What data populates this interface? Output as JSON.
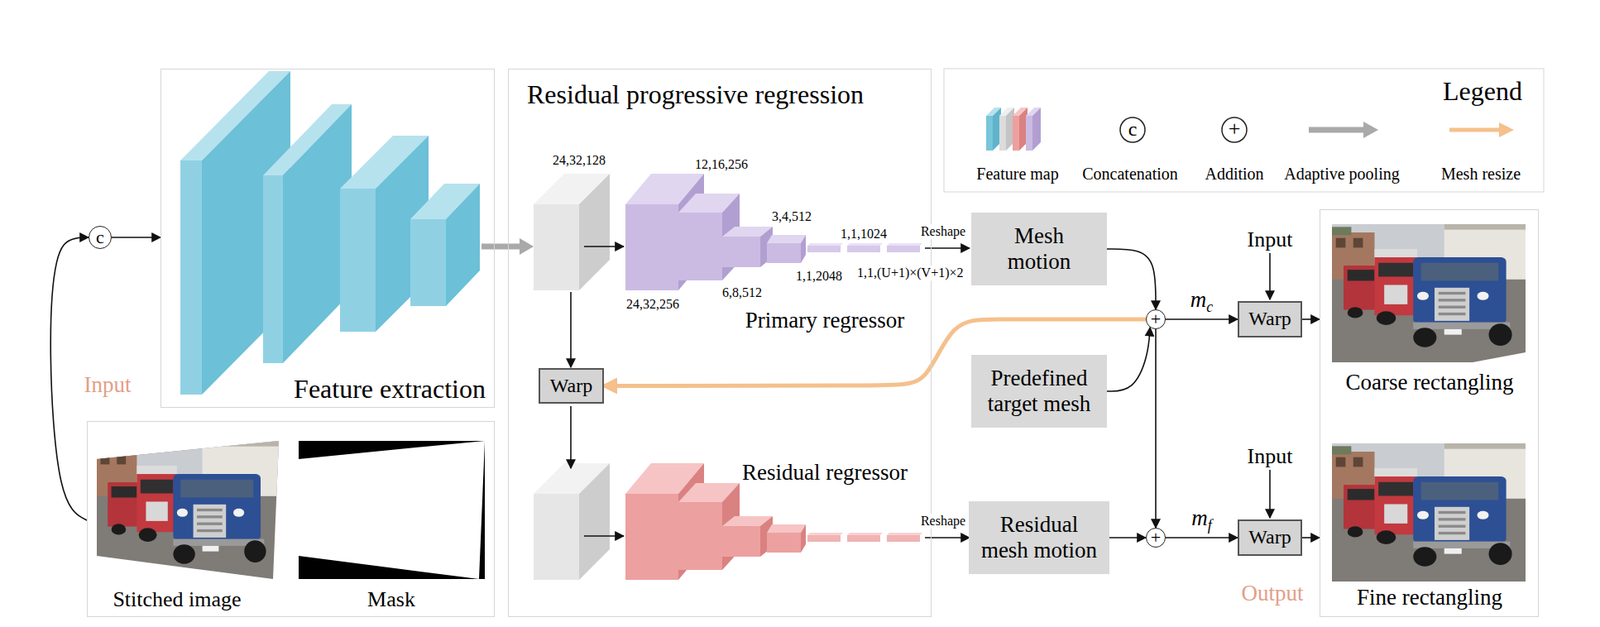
{
  "diagram": {
    "nodes": [
      {
        "text": [
          "Stitched image",
          "Mask"
        ]
      },
      {
        "text": [
          "c"
        ]
      },
      {
        "text": [
          "Feature extraction"
        ]
      },
      {
        "text": [
          "Residual progressive regression"
        ]
      },
      {
        "text": [
          "Warp"
        ],
        "in": 3
      },
      {
        "text": [
          "Mesh motion"
        ]
      },
      {
        "text": [
          "Predefined target mesh"
        ]
      },
      {
        "text": [
          "Residual mesh motion"
        ]
      },
      {
        "text": [
          "+"
        ]
      },
      {
        "text": [
          "+"
        ]
      },
      {
        "text": [
          "Warp"
        ]
      },
      {
        "text": [
          "Warp"
        ]
      },
      {
        "text": [
          "Coarse rectangling",
          "Fine rectangling"
        ]
      }
    ],
    "edges": [
      {
        "from": 0,
        "to": 1,
        "arrow": "to"
      },
      {
        "from": 1,
        "to": 2,
        "arrow": "to"
      },
      {
        "from": 5,
        "to": 8,
        "arrow": "to"
      },
      {
        "from": 6,
        "to": 8,
        "arrow": "to"
      },
      {
        "from": 8,
        "to": 9,
        "arrow": "to"
      },
      {
        "from": 7,
        "to": 9,
        "arrow": "to"
      },
      {
        "from": 8,
        "to": 10,
        "label": "mc",
        "arrow": "to"
      },
      {
        "from": 9,
        "to": 11,
        "label": "mf",
        "arrow": "to"
      },
      {
        "from": 10,
        "to": 12,
        "arrow": "to"
      },
      {
        "from": 11,
        "to": 12,
        "arrow": "to"
      },
      {
        "from": 8,
        "to": 4,
        "arrow": "to"
      }
    ],
    "labels": [
      "Input",
      "24,32,128",
      "12,16,256",
      "3,4,512",
      "1,1,1024",
      "Reshape",
      "1,1,2048",
      "1,1,(U+1)×(V+1)×2",
      "24,32,256",
      "6,8,512",
      "Primary regressor",
      "Residual regressor",
      "Reshape",
      "Legend",
      "c",
      "+",
      "Input",
      "Input",
      "Output"
    ],
    "legend": [
      {
        "text": "Feature map"
      },
      {
        "text": "Concatenation"
      },
      {
        "text": "Addition"
      },
      {
        "text": "Adaptive pooling"
      },
      {
        "text": "Mesh resize"
      }
    ]
  }
}
